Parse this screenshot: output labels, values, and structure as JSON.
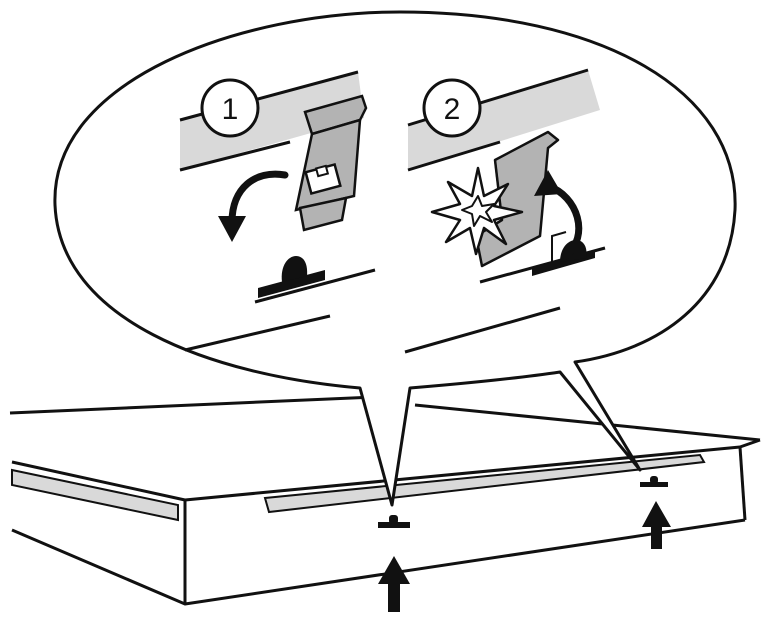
{
  "steps": [
    {
      "number": "1",
      "action": "rotate-down"
    },
    {
      "number": "2",
      "action": "snap-up"
    }
  ],
  "colors": {
    "line": "#111111",
    "rail": "#d9d9d9",
    "clip": "#b3b3b3",
    "background": "#ffffff"
  },
  "icons": {
    "step1_arrow": "curved-arrow-down-icon",
    "step2_arrow": "curved-arrow-up-icon",
    "step2_burst": "click-burst-icon",
    "bottom_arrows": "arrow-up-icon"
  }
}
